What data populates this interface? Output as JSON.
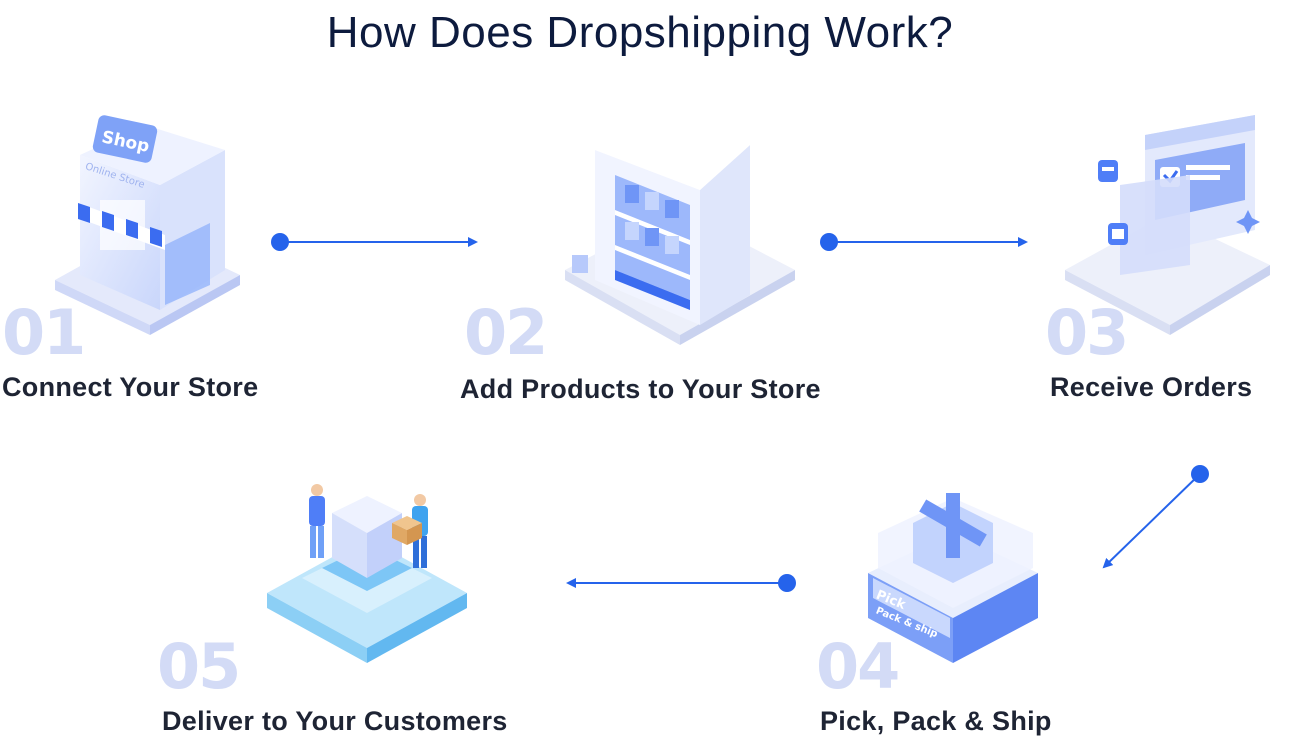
{
  "title": "How Does Dropshipping Work?",
  "steps": [
    {
      "number": "01",
      "label": "Connect Your Store",
      "illustration": "online-shop-storefront",
      "sign": "Shop",
      "awning_text": "Online Store"
    },
    {
      "number": "02",
      "label": "Add Products to Your Store",
      "illustration": "product-shelf-cabinet"
    },
    {
      "number": "03",
      "label": "Receive Orders",
      "illustration": "order-notification-screens"
    },
    {
      "number": "04",
      "label": "Pick, Pack & Ship",
      "illustration": "shipping-package-box",
      "box_text": "Pick Pack & ship"
    },
    {
      "number": "05",
      "label": "Deliver to Your Customers",
      "illustration": "delivery-handoff-platform"
    }
  ],
  "colors": {
    "title": "#0d1b3e",
    "label": "#1e2434",
    "number": "#d3dbf6",
    "arrow": "#2563eb",
    "accent": "#4f7ef7"
  }
}
